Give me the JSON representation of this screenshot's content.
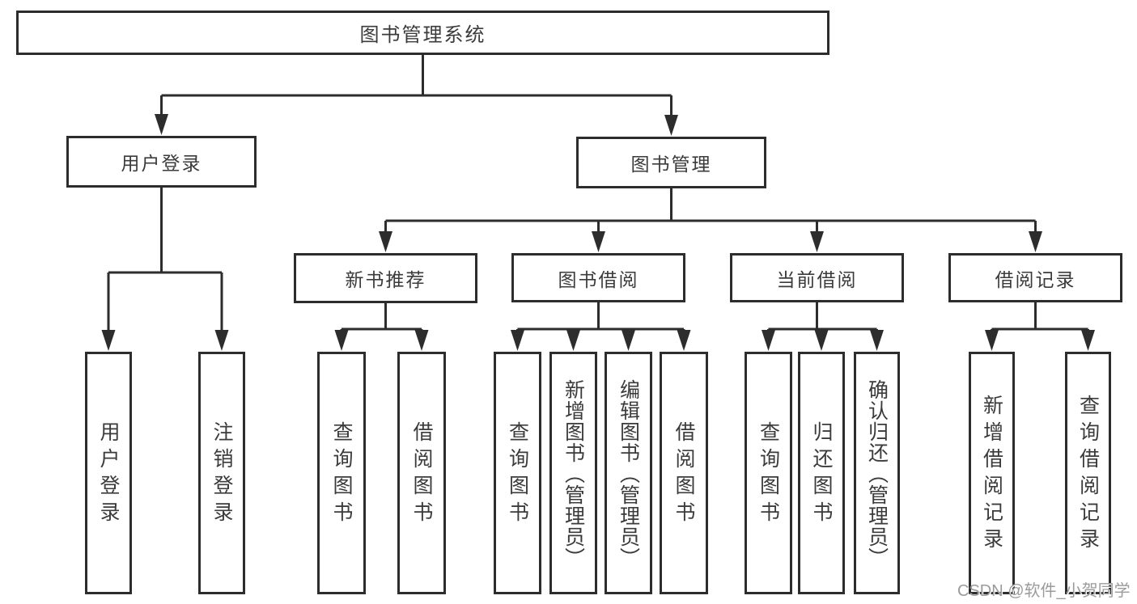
{
  "diagram": {
    "type": "tree",
    "title": "图书管理系统",
    "colors": {
      "line": "#2d2d2d",
      "box_border": "#2d2d2d",
      "text": "#3b3b3b",
      "background": "#ffffff",
      "watermark": "#9b9b9b"
    },
    "tree": {
      "root": {
        "label": "图书管理系统",
        "children": [
          {
            "label": "用户登录",
            "children": [
              {
                "label": "用户登录"
              },
              {
                "label": "注销登录"
              }
            ]
          },
          {
            "label": "图书管理",
            "children": [
              {
                "label": "新书推荐",
                "children": [
                  {
                    "label": "查询图书"
                  },
                  {
                    "label": "借阅图书"
                  }
                ]
              },
              {
                "label": "图书借阅",
                "children": [
                  {
                    "label": "查询图书"
                  },
                  {
                    "label": "新增图书（管理员）"
                  },
                  {
                    "label": "编辑图书（管理员）"
                  },
                  {
                    "label": "借阅图书"
                  }
                ]
              },
              {
                "label": "当前借阅",
                "children": [
                  {
                    "label": "查询图书"
                  },
                  {
                    "label": "归还图书"
                  },
                  {
                    "label": "确认归还（管理员）"
                  }
                ]
              },
              {
                "label": "借阅记录",
                "children": [
                  {
                    "label": "新增借阅记录"
                  },
                  {
                    "label": "查询借阅记录"
                  }
                ]
              }
            ]
          }
        ]
      }
    },
    "watermark": {
      "text": "CSDN @软件_小贺同学"
    }
  }
}
